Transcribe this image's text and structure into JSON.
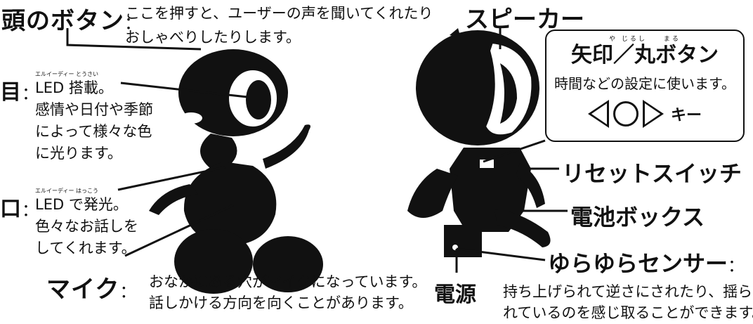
{
  "head_button": {
    "title": "頭のボタン",
    "colon": "：",
    "desc_line1": "ここを押すと、ユーザーの声を聞いてくれたり",
    "desc_line2": "おしゃべりしたりします。"
  },
  "eye": {
    "title": "目",
    "colon": "：",
    "furigana": "エルイーディー とうさい",
    "lines": [
      "LED 搭載。",
      "感情や日付や季節",
      "によって様々な色",
      "に光ります。"
    ]
  },
  "mouth": {
    "title": "口",
    "colon": "：",
    "furigana": "エルイーディー はっこう",
    "lines": [
      "LED で発光。",
      "色々なお話しを",
      "してくれます。"
    ]
  },
  "mic": {
    "title": "マイク",
    "colon": "：",
    "desc_line1": "おなかにある穴がマイクになっています。",
    "desc_line2": "話しかける方向を向くことがあります。"
  },
  "speaker": {
    "title": "スピーカー"
  },
  "arrow_button": {
    "furigana": "や じるし　　まる",
    "title": "矢印／丸ボタン",
    "desc": "時間などの設定に使います。",
    "key_label": "キー"
  },
  "reset_switch": {
    "title": "リセットスイッチ"
  },
  "battery_box": {
    "title": "電池ボックス"
  },
  "power": {
    "title": "電源"
  },
  "sway_sensor": {
    "title": "ゆらゆらセンサー",
    "colon": "：",
    "desc_line1": "持ち上げられて逆さにされたり、揺らさ",
    "desc_line2": "れているのを感じ取ることができます。"
  },
  "colors": {
    "ink": "#111111",
    "paper": "#ffffff"
  }
}
